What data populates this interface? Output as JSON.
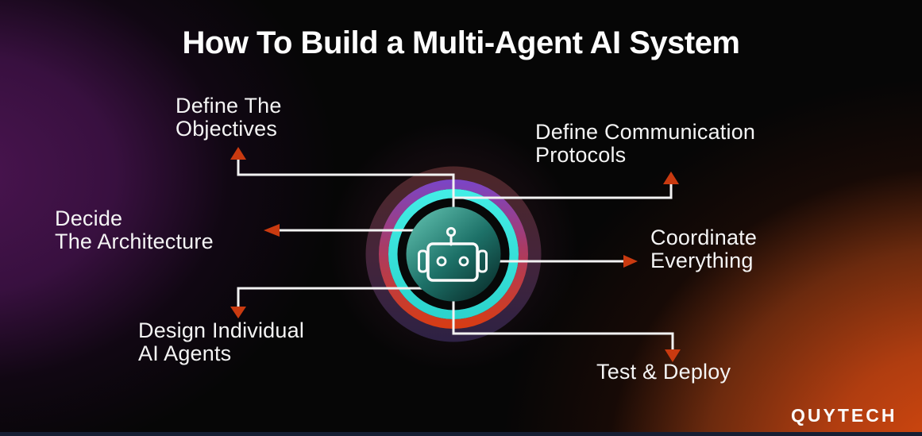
{
  "title": "How To Build a Multi-Agent AI System",
  "center": {
    "icon": "robot-icon",
    "description": "robot head inside concentric rings"
  },
  "steps": [
    {
      "id": "define-objectives",
      "lines": [
        "Define The",
        "Objectives"
      ],
      "arrow_direction": "up"
    },
    {
      "id": "define-protocols",
      "lines": [
        "Define Communication",
        "Protocols"
      ],
      "arrow_direction": "up"
    },
    {
      "id": "decide-architecture",
      "lines": [
        "Decide",
        "The Architecture"
      ],
      "arrow_direction": "left"
    },
    {
      "id": "coordinate-everything",
      "lines": [
        "Coordinate",
        "Everything"
      ],
      "arrow_direction": "right"
    },
    {
      "id": "design-agents",
      "lines": [
        "Design Individual",
        "AI Agents"
      ],
      "arrow_direction": "down"
    },
    {
      "id": "test-deploy",
      "lines": [
        "Test & Deploy"
      ],
      "arrow_direction": "down"
    }
  ],
  "brand": {
    "logo": "QUYTECH"
  },
  "colors": {
    "arrow": "#c93a10",
    "line": "#f2f2f2",
    "ring_cyan": "#38e2da",
    "ring_purple_top": "#7a45c8",
    "ring_red_bottom": "#d83c12",
    "ring_dark_top": "#4d2628",
    "ring_dark_bottom": "#2d2144",
    "inner_teal_light": "#54b2a2",
    "inner_teal_dark": "#0b3330",
    "bg_purple_glow": "#4a1450",
    "bg_orange_glow": "#d8490e",
    "bottom_strip": "#161e33",
    "text": "#f4f4f4"
  }
}
